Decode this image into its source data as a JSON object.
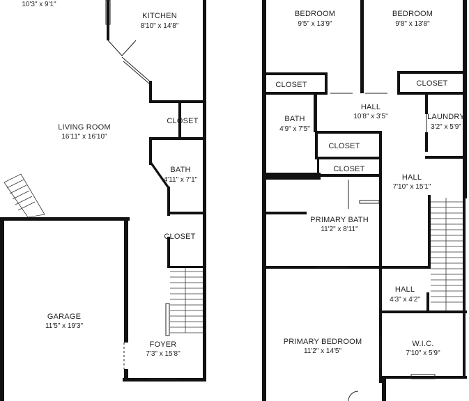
{
  "rooms": [
    {
      "id": "dining",
      "name": "",
      "dims": "10'3\" x 9'1\""
    },
    {
      "id": "kitchen",
      "name": "KITCHEN",
      "dims": "8'10\" x 14'8\""
    },
    {
      "id": "living",
      "name": "LIVING ROOM",
      "dims": "16'11\" x 16'10\""
    },
    {
      "id": "closet1",
      "name": "CLOSET",
      "dims": ""
    },
    {
      "id": "bath1",
      "name": "BATH",
      "dims": "4'11\" x 7'1\""
    },
    {
      "id": "closet2",
      "name": "CLOSET",
      "dims": ""
    },
    {
      "id": "garage",
      "name": "GARAGE",
      "dims": "11'5\" x 19'3\""
    },
    {
      "id": "foyer",
      "name": "FOYER",
      "dims": "7'3\" x 15'8\""
    },
    {
      "id": "bedroom1",
      "name": "BEDROOM",
      "dims": "9'5\" x 13'9\""
    },
    {
      "id": "bedroom2",
      "name": "BEDROOM",
      "dims": "9'8\" x 13'8\""
    },
    {
      "id": "closet3",
      "name": "CLOSET",
      "dims": ""
    },
    {
      "id": "closet4",
      "name": "CLOSET",
      "dims": ""
    },
    {
      "id": "hall1",
      "name": "HALL",
      "dims": "10'8\" x 3'5\""
    },
    {
      "id": "bath2",
      "name": "BATH",
      "dims": "4'9\" x 7'5\""
    },
    {
      "id": "laundry",
      "name": "LAUNDRY",
      "dims": "3'2\" x 5'9\""
    },
    {
      "id": "closet5",
      "name": "CLOSET",
      "dims": ""
    },
    {
      "id": "closet6",
      "name": "CLOSET",
      "dims": ""
    },
    {
      "id": "hall2",
      "name": "HALL",
      "dims": "7'10\" x 15'1\""
    },
    {
      "id": "primary_bath",
      "name": "PRIMARY BATH",
      "dims": "11'2\" x 8'11\""
    },
    {
      "id": "hall3",
      "name": "HALL",
      "dims": "4'3\" x 4'2\""
    },
    {
      "id": "primary_bedroom",
      "name": "PRIMARY BEDROOM",
      "dims": "11'2\" x 14'5\""
    },
    {
      "id": "wic",
      "name": "W.I.C.",
      "dims": "7'10\" x 5'9\""
    }
  ]
}
